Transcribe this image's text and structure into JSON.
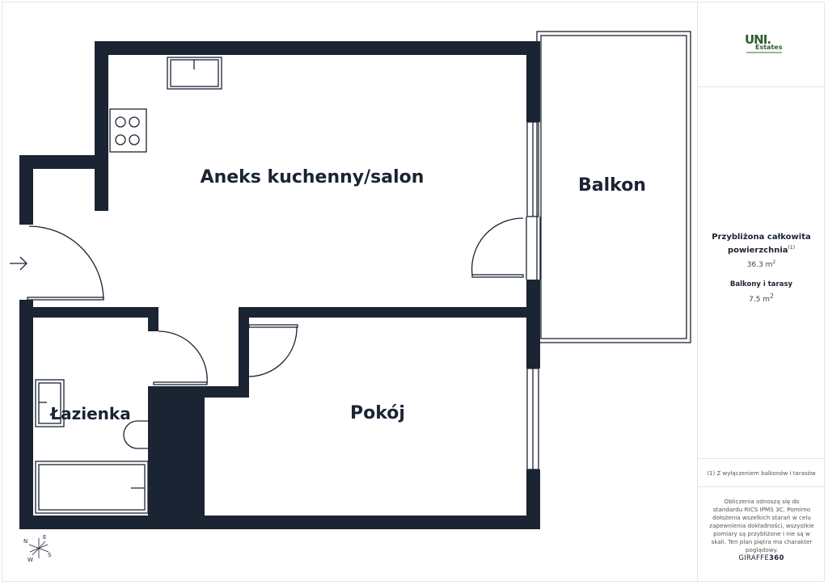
{
  "rooms": {
    "living": "Aneks kuchenny/salon",
    "balcony": "Balkon",
    "bathroom": "Łazienka",
    "room": "Pokój"
  },
  "compass": {
    "n": "N",
    "e": "E",
    "s": "S",
    "w": "W"
  },
  "logo": {
    "mark": "UNI.",
    "sub": "Estates"
  },
  "area": {
    "label_line1": "Przybliżona całkowita",
    "label_line2": "powierzchnia",
    "label_footnote_ref": "(1)",
    "value": "36.3 m",
    "value_unit_sup": "2",
    "balconies_label": "Balkony i tarasy",
    "balconies_value": "7.5 m",
    "balconies_unit_sup": "2"
  },
  "footnote": "(1) Z wyłączeniem balkonów i tarasów",
  "disclaimer": "Obliczenia odnoszą się do standardu RICS IPMS 3C. Pomimo dołożenia wszelkich starań w celu zapewnienia dokładności, wszystkie pomiary są przybliżone i nie są w skali. Ten plan piętra ma charakter poglądowy.",
  "brand": {
    "prefix": "GIRAFFE",
    "suffix": "360"
  },
  "colors": {
    "wall": "#1b2433",
    "logo": "#2e5e2e",
    "line": "#1b2433"
  }
}
